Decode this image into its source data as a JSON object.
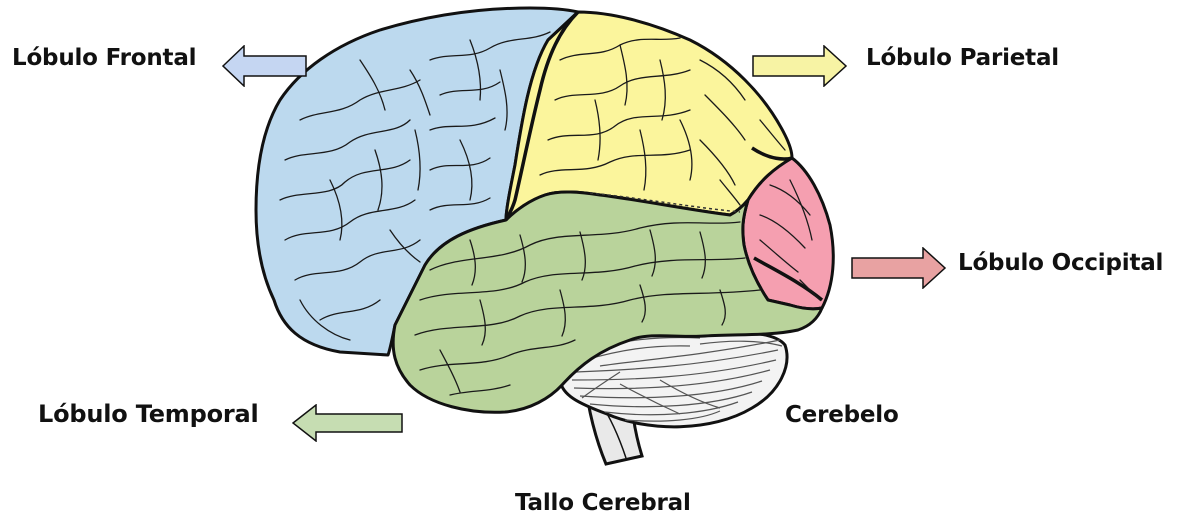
{
  "labels": {
    "frontal": "Lóbulo Frontal",
    "parietal": "Lóbulo Parietal",
    "occipital": "Lóbulo Occipital",
    "temporal": "Lóbulo Temporal",
    "cerebelo": "Cerebelo",
    "tallo": "Tallo Cerebral"
  },
  "colors": {
    "frontal": "#bcd9ee",
    "parietal": "#fbf59c",
    "occipital": "#f59fb0",
    "temporal": "#b9d39b",
    "cerebelo": "#f3f3f3",
    "tallo": "#e9e9e9",
    "outline": "#111111",
    "arrow_frontal": "#c5d6f2",
    "arrow_parietal": "#f7f3a4",
    "arrow_occipital": "#e8a2a2",
    "arrow_temporal": "#c6ddb2"
  }
}
